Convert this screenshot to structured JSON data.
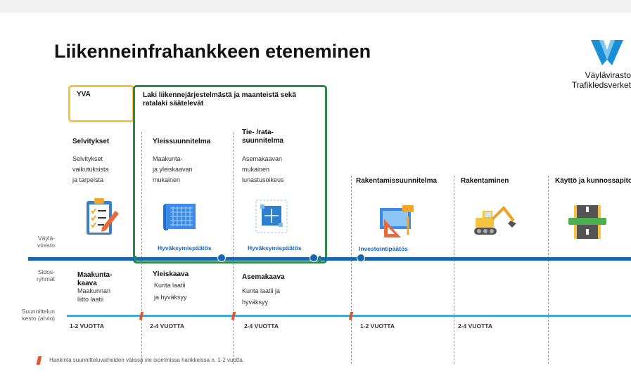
{
  "title": "Liikenneinfrahankkeen eteneminen",
  "logo": {
    "line1": "Väylävirasto",
    "line2": "Trafikledsverket",
    "color": "#1a8fd6"
  },
  "boxes": {
    "yva": {
      "label": "YVA",
      "color": "#f5c242"
    },
    "law": {
      "label": "Laki liikennejärjestelmästä ja maanteistä sekä ratalaki säätelevät",
      "color": "#2e8b45"
    }
  },
  "phases": [
    {
      "title": "Selvitykset",
      "desc": [
        "Selvitykset",
        "vaikutuksista",
        "ja tarpeista"
      ],
      "icon": "clipboard-icon"
    },
    {
      "title": "Yleissuunnitelma",
      "desc": [
        "Maakunta-",
        "ja yleiskaavan",
        "mukainen"
      ],
      "milestone": "Hyväksymispäätös",
      "icon": "blueprint-icon"
    },
    {
      "title_lines": [
        "Tie- /rata-",
        "suunnitelma"
      ],
      "desc": [
        "Asemakaavan",
        "mukainen",
        "lunastusoikeus"
      ],
      "milestone": "Hyväksymispäätös",
      "icon": "plan-icon"
    },
    {
      "title": "Rakentamissuunnitelma",
      "milestone": "Investointipäätös",
      "icon": "drafting-icon"
    },
    {
      "title": "Rakentaminen",
      "icon": "excavator-icon"
    },
    {
      "title": "Käyttö ja kunnossapito",
      "icon": "road-icon"
    }
  ],
  "side_labels": {
    "vaylavirasto": [
      "Väylä-",
      "virasto"
    ],
    "sidosryhmat": [
      "Sidos-",
      "ryhmät"
    ],
    "kesto": [
      "Suunnittelun",
      "kesto (arvio)"
    ]
  },
  "stakeholders": [
    {
      "title_lines": [
        "Maakunta-",
        "kaava"
      ],
      "desc": [
        "Maakunnan",
        "liitto laatii"
      ]
    },
    {
      "title": "Yleiskaava",
      "desc": [
        "Kunta laatii",
        "ja hyväksyy"
      ]
    },
    {
      "title": "Asemakaava",
      "desc": [
        "Kunta laatii ja",
        "hyväksyy"
      ]
    }
  ],
  "durations": [
    "1-2 VUOTTA",
    "2-4 VUOTTA",
    "2-4 VUOTTA",
    "1-2 VUOTTA",
    "2-4 VUOTTA"
  ],
  "footnote": "Hankinta suunnitteluvaiheiden välissä vie isommissa hankkeissa n. 1-2 vuotta.",
  "colors": {
    "main_line": "#1766b0",
    "duration_line": "#3fa8dc",
    "procurement_marker": "#e8542a"
  }
}
